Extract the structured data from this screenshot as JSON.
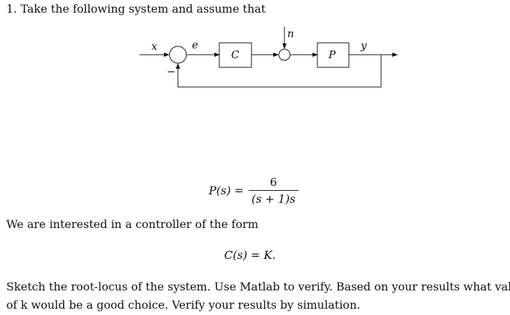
{
  "problem": {
    "number": "1.",
    "intro": "Take the following system and assume that"
  },
  "diagram": {
    "input_label": "x",
    "error_label": "e",
    "controller_label": "C",
    "noise_label": "n",
    "plant_label": "P",
    "output_label": "y",
    "feedback_sign": "−"
  },
  "plant_equation": {
    "lhs": "P(s) =",
    "numerator": "6",
    "denominator": "(s + 1)s"
  },
  "controller_intro": "We are interested in a controller of the form",
  "controller_equation": "C(s) = K.",
  "task": {
    "line1": "Sketch the root-locus of the system. Use Matlab to verify. Based on your results what value",
    "line2": "of k would be a good choice. Verify your results by simulation."
  }
}
